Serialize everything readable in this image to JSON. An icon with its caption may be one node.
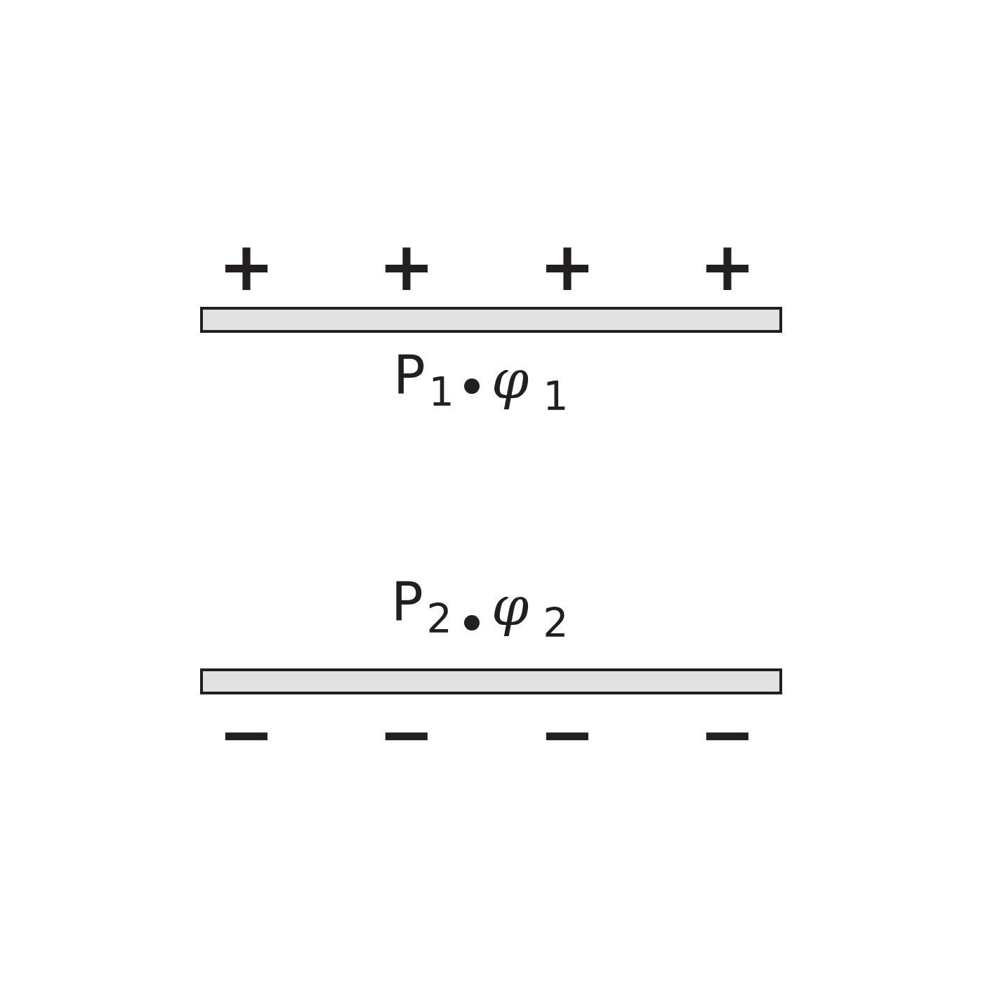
{
  "diagram": {
    "nodes": [
      {
        "text": [],
        "shape": "bar"
      },
      {
        "text": [],
        "shape": "bar"
      }
    ],
    "labels": [
      "+",
      "+",
      "+",
      "+",
      "P$_{1}$",
      "φ$_{1}$",
      "P$_{2}$",
      "φ$_{2}$",
      "−",
      "−",
      "−",
      "−"
    ]
  }
}
